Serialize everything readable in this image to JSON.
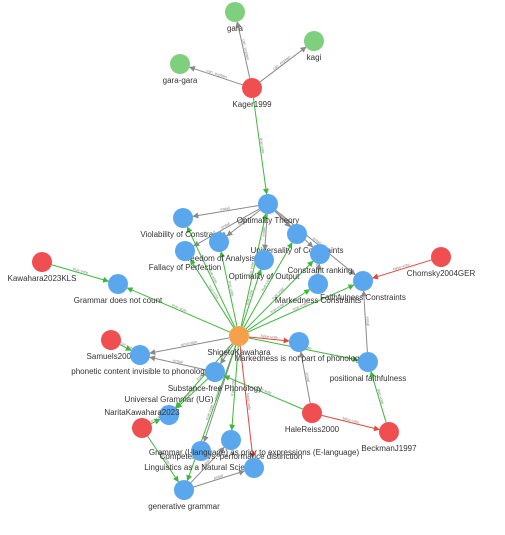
{
  "colors": {
    "person": "#f04f52",
    "concept": "#5aa7ee",
    "center": "#f6a04c",
    "example": "#7ed07f",
    "edge_support": "#3db83b",
    "edge_oppose": "#e8453c",
    "edge_neutral": "#8a8a8a"
  },
  "nodes": [
    {
      "id": "gara",
      "label": "gara",
      "type": "example"
    },
    {
      "id": "kagi",
      "label": "kagi",
      "type": "example"
    },
    {
      "id": "garagara",
      "label": "gara-gara",
      "type": "example"
    },
    {
      "id": "kager1999",
      "label": "Kager1999",
      "type": "person"
    },
    {
      "id": "ot",
      "label": "Optimality Theory",
      "type": "concept"
    },
    {
      "id": "violability",
      "label": "Violability of Constraints",
      "type": "concept"
    },
    {
      "id": "freedom",
      "label": "Freedom of Analysis",
      "type": "concept"
    },
    {
      "id": "fallacy",
      "label": "Fallacy of Perfection",
      "type": "concept"
    },
    {
      "id": "universality",
      "label": "Universality of Constraints",
      "type": "concept"
    },
    {
      "id": "optoutput",
      "label": "Optimality of Output",
      "type": "concept"
    },
    {
      "id": "ranking",
      "label": "Constraint ranking",
      "type": "concept"
    },
    {
      "id": "markedness_c",
      "label": "Markedness Constraints",
      "type": "concept"
    },
    {
      "id": "faithfulness_c",
      "label": "Faithfulness Constraints",
      "type": "concept"
    },
    {
      "id": "chomsky2004",
      "label": "Chomsky2004GER",
      "type": "person"
    },
    {
      "id": "kawahara2023",
      "label": "Kawahara2023KLS",
      "type": "person"
    },
    {
      "id": "grammar_count",
      "label": "Grammar does not count",
      "type": "concept"
    },
    {
      "id": "shigeto",
      "label": "ShigetoKawahara",
      "type": "center"
    },
    {
      "id": "samuels2009",
      "label": "Samuels2009",
      "type": "person"
    },
    {
      "id": "phonetic",
      "label": "phonetic content invisible to phonology",
      "type": "concept"
    },
    {
      "id": "markedness_not",
      "label": "Markedness is not part of phonology",
      "type": "concept"
    },
    {
      "id": "positional",
      "label": "positional faithfulness",
      "type": "concept"
    },
    {
      "id": "substancefree",
      "label": "Substance-free Phonology",
      "type": "concept"
    },
    {
      "id": "ug",
      "label": "Universal Grammar (UG)",
      "type": "concept"
    },
    {
      "id": "narita",
      "label": "NaritaKawahara2023",
      "type": "person"
    },
    {
      "id": "halereiss",
      "label": "HaleReiss2000",
      "type": "person"
    },
    {
      "id": "beckman",
      "label": "BeckmanJ1997",
      "type": "person"
    },
    {
      "id": "competence",
      "label": "Competence vs. performance distinction",
      "type": "concept"
    },
    {
      "id": "linguistics",
      "label": "Linguistics as a Natural Science",
      "type": "concept"
    },
    {
      "id": "grammar_ilang",
      "label": "Grammar (I-language) as prior to expressions (E-language)",
      "type": "concept"
    },
    {
      "id": "generative",
      "label": "generative grammar",
      "type": "concept"
    }
  ],
  "edges": [
    {
      "from": "kager1999",
      "to": "gara",
      "label": "can_explain",
      "kind": "neutral"
    },
    {
      "from": "kager1999",
      "to": "kagi",
      "label": "can_explain",
      "kind": "neutral"
    },
    {
      "from": "kager1999",
      "to": "garagara",
      "label": "can_explain",
      "kind": "neutral"
    },
    {
      "from": "kager1999",
      "to": "ot",
      "label": "true-vote",
      "kind": "support"
    },
    {
      "from": "ot",
      "to": "violability",
      "label": "entail",
      "kind": "neutral"
    },
    {
      "from": "ot",
      "to": "freedom",
      "label": "entail",
      "kind": "neutral"
    },
    {
      "from": "ot",
      "to": "fallacy",
      "label": "entail",
      "kind": "neutral"
    },
    {
      "from": "ot",
      "to": "universality",
      "label": "entail",
      "kind": "neutral"
    },
    {
      "from": "ot",
      "to": "optoutput",
      "label": "entail",
      "kind": "neutral"
    },
    {
      "from": "ot",
      "to": "ranking",
      "label": "entail",
      "kind": "neutral"
    },
    {
      "from": "ot",
      "to": "faithfulness_c",
      "label": "entail",
      "kind": "neutral"
    },
    {
      "from": "chomsky2004",
      "to": "faithfulness_c",
      "label": "false-vote",
      "kind": "oppose"
    },
    {
      "from": "kawahara2023",
      "to": "grammar_count",
      "label": "true-vote",
      "kind": "support"
    },
    {
      "from": "shigeto",
      "to": "grammar_count",
      "label": "true-vote",
      "kind": "support"
    },
    {
      "from": "shigeto",
      "to": "ot",
      "label": "true-vote",
      "kind": "support"
    },
    {
      "from": "shigeto",
      "to": "violability",
      "label": "true-vote",
      "kind": "support"
    },
    {
      "from": "shigeto",
      "to": "freedom",
      "label": "true-vote",
      "kind": "support"
    },
    {
      "from": "shigeto",
      "to": "fallacy",
      "label": "true-vote",
      "kind": "support"
    },
    {
      "from": "shigeto",
      "to": "universality",
      "label": "true-vote",
      "kind": "support"
    },
    {
      "from": "shigeto",
      "to": "optoutput",
      "label": "true-vote",
      "kind": "support"
    },
    {
      "from": "shigeto",
      "to": "ranking",
      "label": "true-vote",
      "kind": "support"
    },
    {
      "from": "shigeto",
      "to": "markedness_c",
      "label": "true-vote",
      "kind": "support"
    },
    {
      "from": "shigeto",
      "to": "faithfulness_c",
      "label": "true-vote",
      "kind": "support"
    },
    {
      "from": "shigeto",
      "to": "positional",
      "label": "true-vote",
      "kind": "support"
    },
    {
      "from": "shigeto",
      "to": "markedness_not",
      "label": "false-vote",
      "kind": "oppose"
    },
    {
      "from": "shigeto",
      "to": "phonetic",
      "label": "uncertain",
      "kind": "neutral"
    },
    {
      "from": "shigeto",
      "to": "substancefree",
      "label": "uncertain",
      "kind": "neutral"
    },
    {
      "from": "shigeto",
      "to": "ug",
      "label": "true-vote",
      "kind": "support"
    },
    {
      "from": "shigeto",
      "to": "competence",
      "label": "true-vote",
      "kind": "support"
    },
    {
      "from": "shigeto",
      "to": "linguistics",
      "label": "uncertain",
      "kind": "neutral"
    },
    {
      "from": "shigeto",
      "to": "grammar_ilang",
      "label": "false-vote",
      "kind": "oppose"
    },
    {
      "from": "shigeto",
      "to": "generative",
      "label": "true-vote",
      "kind": "support"
    },
    {
      "from": "samuels2009",
      "to": "phonetic",
      "label": "true-vote",
      "kind": "support"
    },
    {
      "from": "halereiss",
      "to": "substancefree",
      "label": "true-vote",
      "kind": "support"
    },
    {
      "from": "halereiss",
      "to": "beckman",
      "label": "false-vote",
      "kind": "oppose"
    },
    {
      "from": "halereiss",
      "to": "markedness_not",
      "label": "entail",
      "kind": "neutral"
    },
    {
      "from": "beckman",
      "to": "positional",
      "label": "true-vote",
      "kind": "support"
    },
    {
      "from": "positional",
      "to": "faithfulness_c",
      "label": "entail",
      "kind": "neutral"
    },
    {
      "from": "substancefree",
      "to": "phonetic",
      "label": "entail",
      "kind": "neutral"
    },
    {
      "from": "substancefree",
      "to": "ug",
      "label": "true-vote",
      "kind": "support"
    },
    {
      "from": "narita",
      "to": "ug",
      "label": "true-vote",
      "kind": "support"
    },
    {
      "from": "narita",
      "to": "generative",
      "label": "true-vote",
      "kind": "support"
    },
    {
      "from": "generative",
      "to": "grammar_ilang",
      "label": "entail",
      "kind": "neutral"
    },
    {
      "from": "generative",
      "to": "competence",
      "label": "entail",
      "kind": "neutral"
    },
    {
      "from": "markedness_c",
      "to": "ranking",
      "label": "incompatible",
      "kind": "neutral"
    }
  ]
}
